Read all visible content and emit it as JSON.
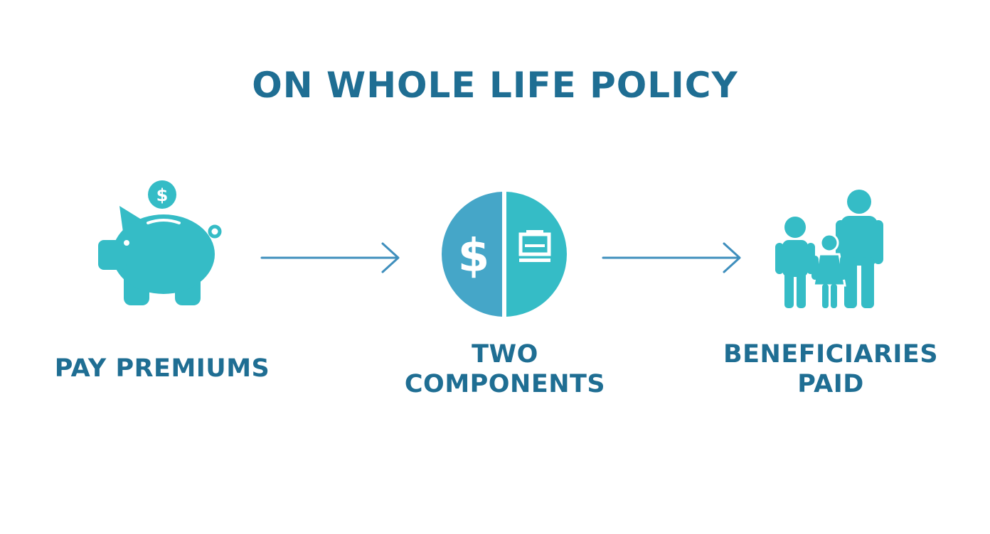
{
  "title": "ON WHOLE LIFE POLICY",
  "colors": {
    "title_text": "#1f6e93",
    "icon_teal": "#35bcc6",
    "icon_blue": "#45a6c8",
    "arrow": "#3f8fbd"
  },
  "steps": [
    {
      "label_lines": [
        "PAY PREMIUMS"
      ],
      "icon": "piggy-bank-icon"
    },
    {
      "label_lines": [
        "TWO",
        "COMPONENTS"
      ],
      "icon": "split-circle-icon"
    },
    {
      "label_lines": [
        "BENEFICIARIES",
        "PAID"
      ],
      "icon": "family-icon"
    }
  ],
  "icon_glyphs": {
    "coin": "$",
    "dollar": "$"
  }
}
